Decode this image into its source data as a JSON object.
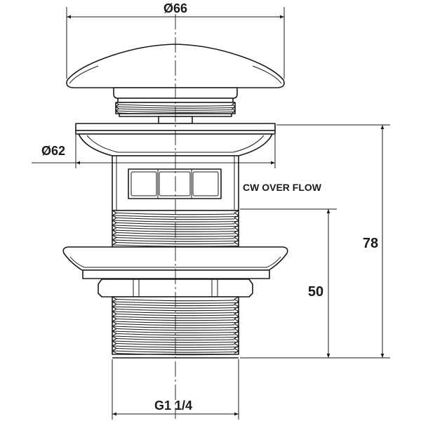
{
  "dimensions": {
    "cap_diameter": "Ø66",
    "flange_diameter": "Ø62",
    "overall_height": "78",
    "thread_length": "50",
    "thread_size": "G1 1/4"
  },
  "labels": {
    "overflow": "CW OVER FLOW"
  },
  "colors": {
    "line": "#1a1a1a",
    "background": "#ffffff"
  }
}
